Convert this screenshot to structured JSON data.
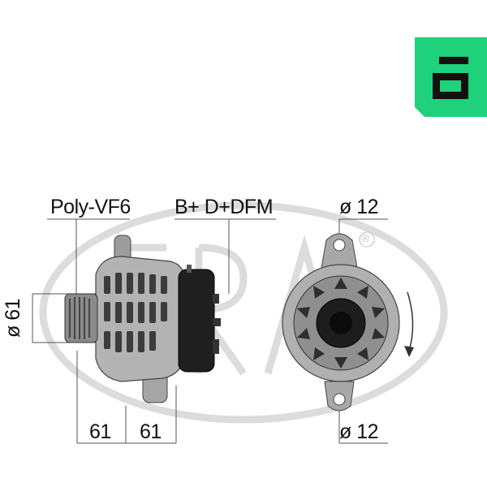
{
  "brand": {
    "logo_icon": "era-e-logo-icon",
    "accent_color": "#1fd17a",
    "registered_mark": "®"
  },
  "labels": {
    "pulley": "Poly-VF6",
    "terminals": "B+ D+DFM",
    "pulley_diameter": "ø 61",
    "hole_top": "ø 12",
    "hole_bottom": "ø 12",
    "dim_left": "61",
    "dim_right": "61"
  },
  "icons": {
    "rotation": "rotation-arrow-icon"
  }
}
